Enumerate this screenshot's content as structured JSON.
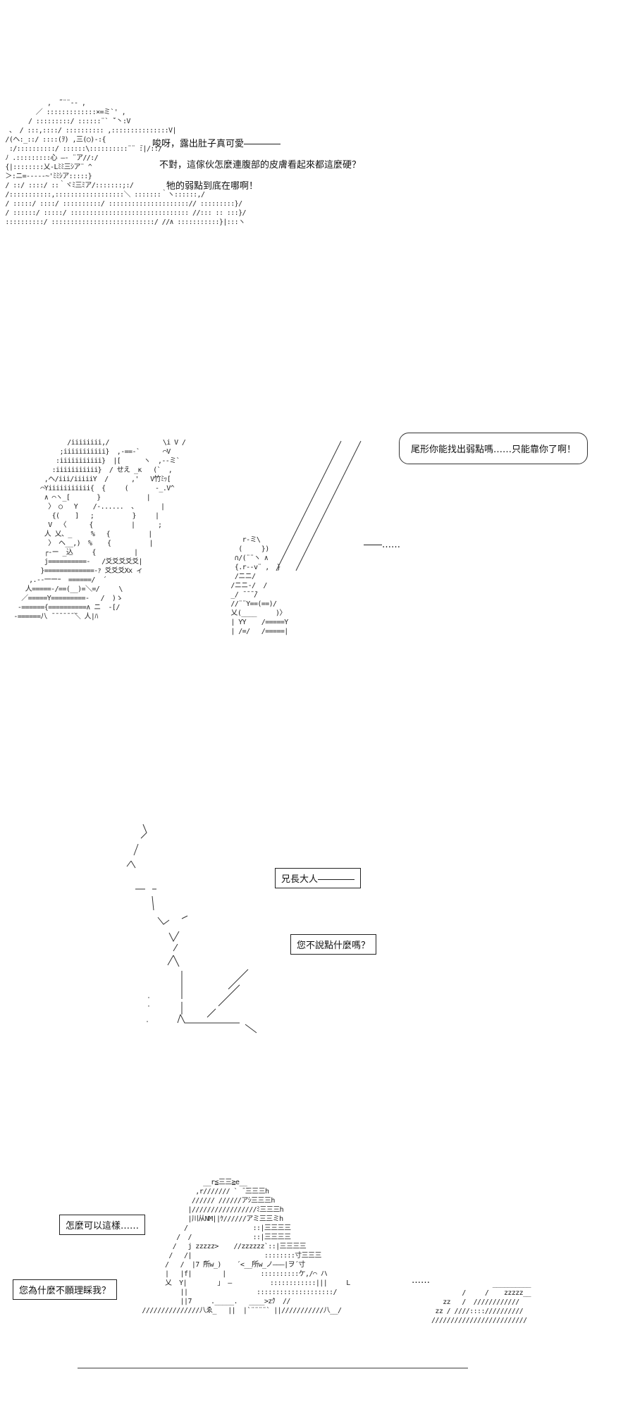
{
  "panel1": {
    "lines": [
      "唆呀，露出肚子真可愛――――",
      "不對，這傢伙怎麼連腹部的皮膚看起來都這麼硬？",
      "牠的弱點到底在哪啊！"
    ]
  },
  "panel2": {
    "bubble": "尾形你能找出弱點嗎……只能靠你了啊！",
    "ellipsis": "――……"
  },
  "panel3": {
    "box1": "兄長大人――――",
    "box2": "您不說點什麼嗎？"
  },
  "panel4": {
    "box1": "怎麼可以這樣……",
    "box2": "您為什麼不願理睬我？",
    "ellipsis": "……"
  }
}
